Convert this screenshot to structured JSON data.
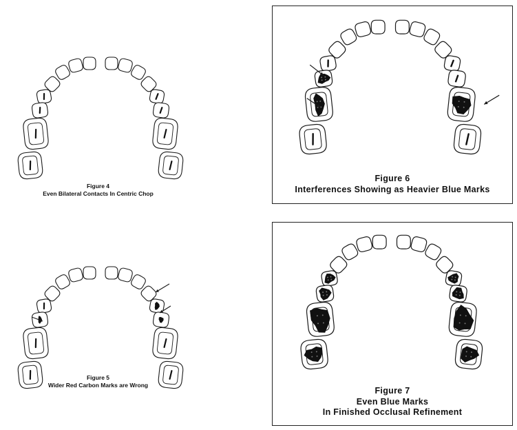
{
  "figures": [
    {
      "number": "Figure 4",
      "caption": [
        "Even Bilateral Contacts In Centric Chop"
      ]
    },
    {
      "number": "Figure 5",
      "caption": [
        "Wider Red Carbon Marks are Wrong"
      ]
    },
    {
      "number": "Figure 6",
      "caption": [
        "Interferences Showing as Heavier Blue Marks"
      ]
    },
    {
      "number": "Figure 7",
      "caption": [
        "Even Blue Marks",
        "In Finished Occlusal Refinement"
      ]
    }
  ],
  "colors": {
    "ink": "#1a1a1a",
    "mark": "#111111"
  }
}
